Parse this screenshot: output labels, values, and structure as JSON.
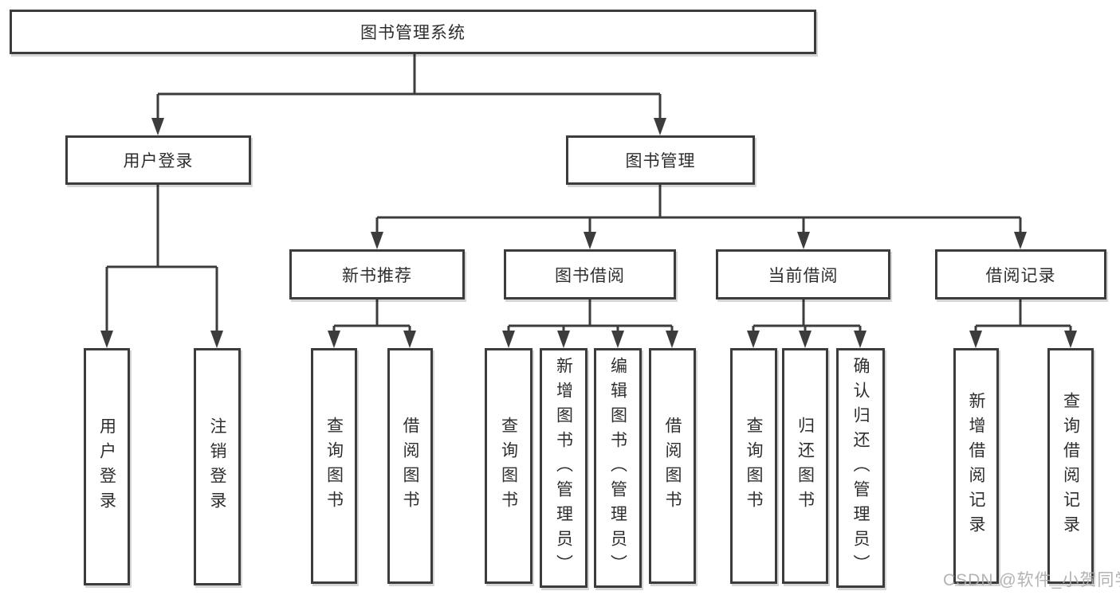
{
  "diagram": {
    "root": {
      "label": "图书管理系统"
    },
    "branches": {
      "user_login": {
        "label": "用户登录",
        "children": {
          "login": {
            "label": "用户登录"
          },
          "logout": {
            "label": "注销登录"
          }
        }
      },
      "book_mgmt": {
        "label": "图书管理",
        "children": {
          "new_rec": {
            "label": "新书推荐",
            "children": {
              "query": {
                "label": "查询图书"
              },
              "borrow": {
                "label": "借阅图书"
              }
            }
          },
          "borrow": {
            "label": "图书借阅",
            "children": {
              "query": {
                "label": "查询图书"
              },
              "add": {
                "label": "新增图书（管理员）"
              },
              "edit": {
                "label": "编辑图书（管理员）"
              },
              "borrow": {
                "label": "借阅图书"
              }
            }
          },
          "current": {
            "label": "当前借阅",
            "children": {
              "query": {
                "label": "查询图书"
              },
              "return": {
                "label": "归还图书"
              },
              "confirm": {
                "label": "确认归还（管理员）"
              }
            }
          },
          "record": {
            "label": "借阅记录",
            "children": {
              "add": {
                "label": "新增借阅记录"
              },
              "query": {
                "label": "查询借阅记录"
              }
            }
          }
        }
      }
    },
    "line_color": "#3c3c3c"
  },
  "watermark": {
    "text": "CSDN @软件_小贺同学"
  }
}
